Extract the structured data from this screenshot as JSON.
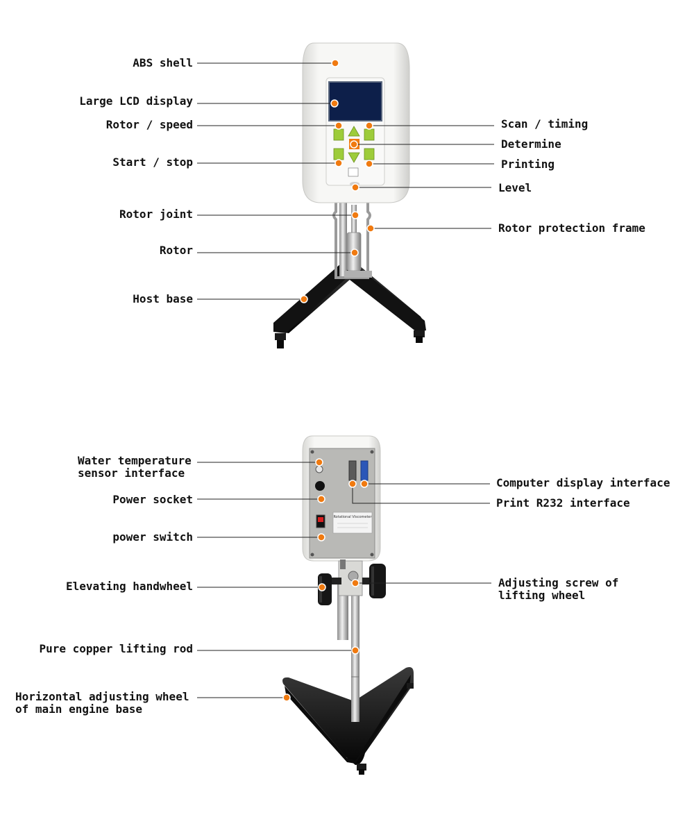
{
  "colors": {
    "leader_line": "#222222",
    "marker_fill": "#f07a10",
    "marker_ring": "#ffffff",
    "shell": "#f1f1ef",
    "lcd": "#0d1f4a",
    "keypad": "#9dcc3a",
    "metal": "#c8c8c8",
    "base": "#101010"
  },
  "front_view": {
    "labels": {
      "abs_shell": "ABS shell",
      "lcd_display": "Large LCD display",
      "rotor_speed": "Rotor / speed",
      "start_stop": "Start / stop",
      "rotor_joint": "Rotor joint",
      "rotor": "Rotor",
      "host_base": "Host base",
      "scan_timing": "Scan / timing",
      "determine": "Determine",
      "printing": "Printing",
      "level": "Level",
      "rotor_protection_frame": "Rotor protection frame"
    }
  },
  "back_view": {
    "labels": {
      "water_temp_line1": "Water temperature",
      "water_temp_line2": "sensor interface",
      "power_socket": "Power socket",
      "power_switch": "power switch",
      "elevating_handwheel": "Elevating handwheel",
      "copper_rod": "Pure copper lifting rod",
      "base_wheel_line1": "Horizontal adjusting wheel",
      "base_wheel_line2": "of main engine base",
      "computer_display": "Computer display interface",
      "print_r232": "Print R232 interface",
      "adjusting_screw_line1": "Adjusting screw of",
      "adjusting_screw_line2": "lifting wheel"
    },
    "nameplate_text": "Rotational Viscometer"
  }
}
